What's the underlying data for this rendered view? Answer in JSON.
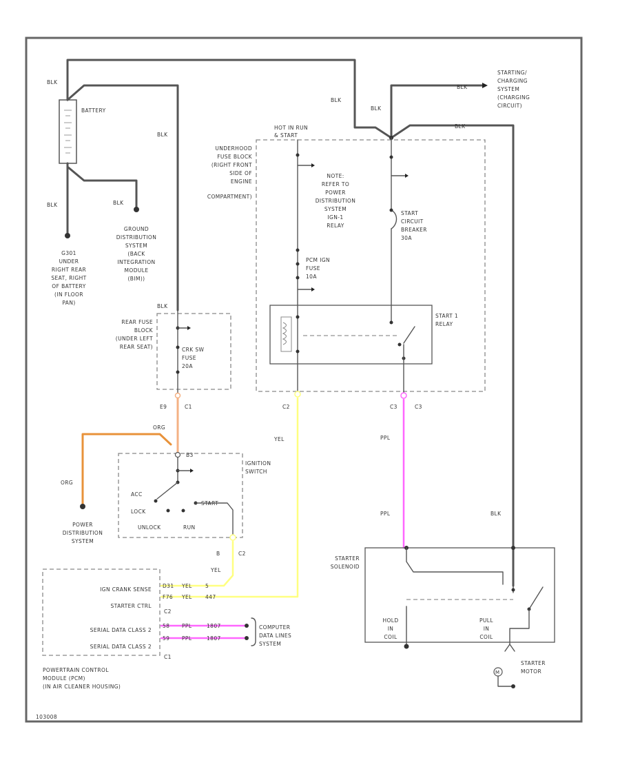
{
  "frame_code": "103008",
  "wire_colors": {
    "gray": "#555555",
    "orange": "#f4b183",
    "orange_dark": "#e8923a",
    "yellow": "#ffff80",
    "pink": "#ff66ff"
  },
  "battery": {
    "label": "BATTERY",
    "wire_top": "BLK",
    "wire_right": "BLK",
    "wire_bottom": "BLK",
    "wire_ground_branch": "BLK"
  },
  "ground_g301": [
    "G301",
    "UNDER",
    "RIGHT REAR",
    "SEAT, RIGHT",
    "OF BATTERY",
    "(IN FLOOR",
    "PAN)"
  ],
  "ground_distribution": [
    "GROUND",
    "DISTRIBUTION",
    "SYSTEM",
    "(BACK",
    "INTEGRATION",
    "MODULE",
    "(BIM))"
  ],
  "underhood_fuse_block": {
    "hot_label": [
      "HOT IN RUN",
      "& START"
    ],
    "location": [
      "UNDERHOOD",
      "FUSE BLOCK",
      "(RIGHT FRONT",
      "SIDE OF",
      "ENGINE",
      "COMPARTMENT)"
    ],
    "note": [
      "NOTE:",
      "REFER TO",
      "POWER",
      "DISTRIBUTION",
      "SYSTEM",
      "IGN-1",
      "RELAY"
    ],
    "fuse": [
      "PCM IGN",
      "FUSE",
      "10A"
    ],
    "breaker": [
      "START",
      "CIRCUIT",
      "BREAKER",
      "30A"
    ],
    "relay_label": [
      "START 1",
      "RELAY"
    ],
    "connector_left": "C2",
    "connector_right_a": "C3",
    "connector_right_b": "C3"
  },
  "top_wires": {
    "blk_left": "BLK",
    "blk_mid": "BLK",
    "blk_right": "BLK",
    "blk_far": "BLK"
  },
  "starting_charging": [
    "STARTING/",
    "CHARGING",
    "SYSTEM",
    "(CHARGING",
    "CIRCUIT)"
  ],
  "rear_fuse_block": {
    "wire_in": "BLK",
    "location": [
      "REAR FUSE",
      "BLOCK",
      "(UNDER LEFT",
      "REAR SEAT)"
    ],
    "fuse": [
      "CRK SW",
      "FUSE",
      "20A"
    ],
    "connector_a": "E9",
    "connector_b": "C1"
  },
  "orange_wires": {
    "top": "ORG",
    "left": "ORG"
  },
  "power_distribution": [
    "POWER",
    "DISTRIBUTION",
    "SYSTEM"
  ],
  "ignition_switch": {
    "label": [
      "IGNITION",
      "SWITCH"
    ],
    "pin_top": "B3",
    "acc": "ACC",
    "lock": "LOCK",
    "start": "START",
    "unlock": "UNLOCK",
    "run": "RUN",
    "pin_bottom": "B",
    "connector": "C2"
  },
  "yellow_wires": {
    "vertical": "YEL",
    "lower": "YEL"
  },
  "pink_wires": {
    "upper": "PPL",
    "lower": "PPL"
  },
  "blk_solenoid_feed": "BLK",
  "pcm": {
    "rows": [
      {
        "label": "IGN CRANK SENSE",
        "pin": "D31",
        "color": "YEL",
        "circuit": "5"
      },
      {
        "label": "STARTER CTRL",
        "pin": "F76",
        "color": "YEL",
        "circuit": "447"
      }
    ],
    "connector_mid": "C2",
    "data_rows": [
      {
        "label": "SERIAL DATA CLASS 2",
        "pin": "58",
        "color": "PPL",
        "circuit": "1807"
      },
      {
        "label": "SERIAL DATA CLASS 2",
        "pin": "59",
        "color": "PPL",
        "circuit": "1807"
      }
    ],
    "connector_bottom": "C1",
    "title": [
      "POWERTRAIN CONTROL",
      "MODULE (PCM)",
      "(IN AIR CLEANER HOUSING)"
    ]
  },
  "computer_data_lines": [
    "COMPUTER",
    "DATA LINES",
    "SYSTEM"
  ],
  "starter": {
    "solenoid": [
      "STARTER",
      "SOLENOID"
    ],
    "hold_in": [
      "HOLD",
      "IN",
      "COIL"
    ],
    "pull_in": [
      "PULL",
      "IN",
      "COIL"
    ],
    "motor": [
      "STARTER",
      "MOTOR"
    ],
    "motor_symbol": "M"
  }
}
